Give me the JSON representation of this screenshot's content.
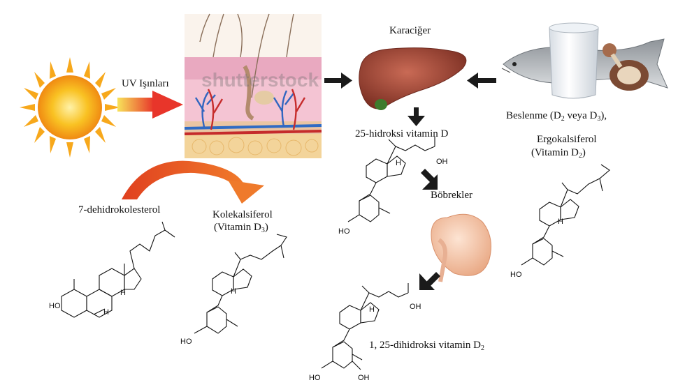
{
  "labels": {
    "uv": "UV Işınları",
    "liver": "Karaciğer",
    "hydroxy25": "25-hidroksi vitamin D",
    "kidneys": "Böbrekler",
    "nutrition_pre": "Beslenme (D",
    "nutrition_mid": " veya D",
    "nutrition_post": "),",
    "ergo_name": "Ergokalsiferol",
    "ergo_vitamin": "(Vitamin D",
    "close_paren": ")",
    "dehydro": "7-dehidrokolesterol",
    "chole_name": "Kolekalsiferol",
    "chole_vitamin": "(Vitamin D",
    "dihydroxy": "1, 25-dihidroksi vitamin D",
    "sub2": "2",
    "sub3": "3"
  },
  "chem": {
    "ho": "HO",
    "oh": "OH",
    "h": "H"
  },
  "watermark": "shutterstock",
  "colors": {
    "arrow": "#1a1a1a",
    "uv_arrow": "#e8442a",
    "curved_arrow": "#e25a22",
    "sun": "#f7a81b",
    "liver": "#9e4a3a",
    "kidney": "#f1c6a8",
    "skin": "#f4b6c9"
  }
}
